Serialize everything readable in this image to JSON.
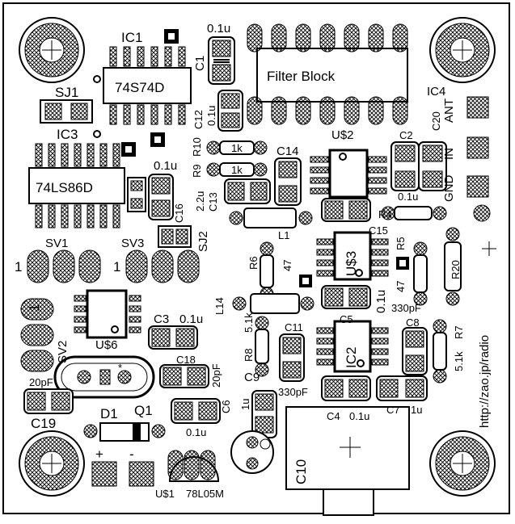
{
  "board": {
    "website": "http://zao.jp/radio",
    "ic_labels": {
      "ic1": "IC1",
      "ic1_part": "74S74D",
      "ic3": "IC3",
      "ic3_part": "74LS86D",
      "ic4": "IC4",
      "ic2": "IC2",
      "filter": "Filter Block",
      "u2": "U$2",
      "u3": "U$3",
      "u6": "U$6",
      "u1": "U$1",
      "u1_part": "78L05M"
    },
    "connectors": {
      "ant": "ANT",
      "in": "IN",
      "gnd": "GND",
      "sv1": "SV1",
      "sv2": "SV2",
      "sv3": "SV3",
      "sj1": "SJ1",
      "sj2": "SJ2",
      "pin1": "1",
      "plus": "+",
      "minus": "-"
    },
    "caps": {
      "c1": "C1",
      "c1_val": "0.1u",
      "c2": "C2",
      "c2_val": "0.1u",
      "c3": "C3",
      "c3_val": "0.1u",
      "c4": "C4",
      "c4_val": "0.1u",
      "c5": "C5",
      "c5_val": "0.1u",
      "c6": "C6",
      "c6_val": "0.1u",
      "c7": "C7",
      "c7_val": "1u",
      "c8": "C8",
      "c8_val": "330pF",
      "c9": "C9",
      "c9_val": "1u",
      "c10": "C10",
      "c11": "C11",
      "c11_val": "330pF",
      "c12": "C12",
      "c12_val": "0.1u",
      "c13": "C13",
      "c13_val": "2.2u",
      "c14": "C14",
      "c15": "C15",
      "c16": "C16",
      "c16_val": "0.1u",
      "c18": "C18",
      "c18_val": "20pF",
      "c19": "C19",
      "c19_val": "20pF",
      "c20": "C20"
    },
    "resistors": {
      "r4": "R4",
      "r5": "R5",
      "r5_val": "47",
      "r6": "R6",
      "r6_val": "47",
      "r7": "R7",
      "r7_val": "5.1k",
      "r8": "R8",
      "r8_val": "5.1k",
      "r9": "R9",
      "r9_val": "1k",
      "r10": "R10",
      "r10_val": "1k",
      "r20": "R20"
    },
    "other": {
      "l1": "L1",
      "l14": "L14",
      "d1": "D1",
      "q1": "Q1",
      "star": "*"
    }
  }
}
